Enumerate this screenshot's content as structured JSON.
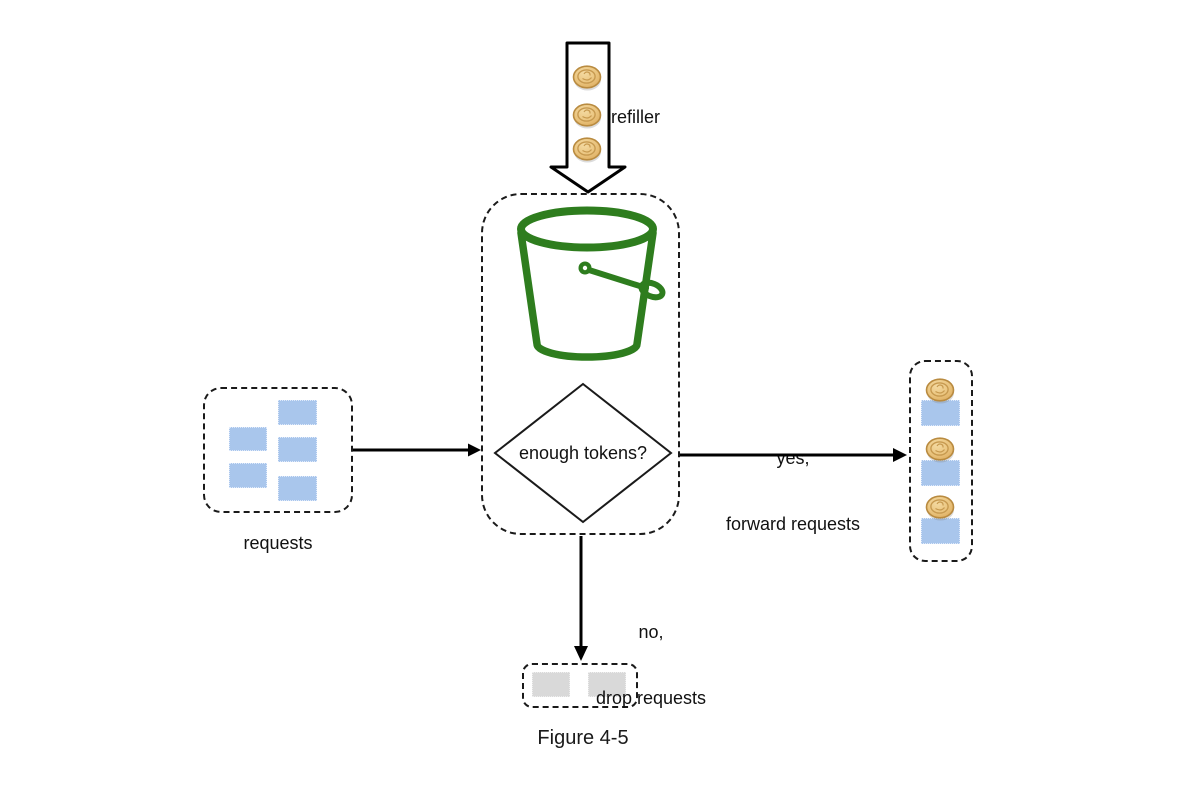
{
  "labels": {
    "refiller": "refiller",
    "requests": "requests",
    "decision": "enough tokens?",
    "yes_line1": "yes,",
    "yes_line2": "forward requests",
    "no_line1": "no,",
    "no_line2": "drop requests",
    "caption": "Figure 4-5"
  },
  "counts": {
    "refiller_coins": 3,
    "incoming_requests": 5,
    "forwarded_request_token_pairs": 3,
    "dropped_requests": 2
  },
  "colors": {
    "bucket_green": "#2e7d1e",
    "coin_gold": "#eac47e",
    "coin_edge": "#b98b40",
    "request_blue": "#a9c6ec",
    "dropped_gray": "#d9d9d9",
    "line_black": "#000000",
    "background": "#ffffff"
  }
}
